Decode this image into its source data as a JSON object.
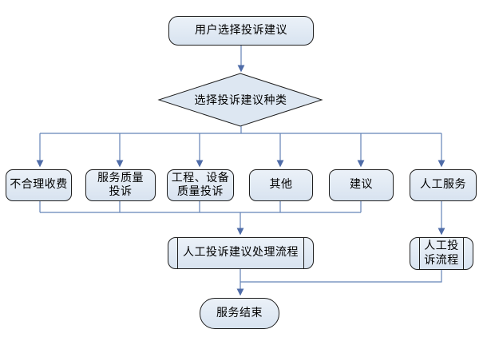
{
  "diagram": {
    "title": "complaint-suggestion-flowchart",
    "colors": {
      "background": "#ffffff",
      "shape_fill_top": "#ebf1f8",
      "shape_fill_bottom": "#d8e3f0",
      "shape_border": "#1f1f1f",
      "connector_line": "#6383b6",
      "arrowhead": "#4f6ca8",
      "text": "#000000"
    },
    "nodes": {
      "start": {
        "label": "用户选择投诉建议",
        "type": "terminator"
      },
      "decision": {
        "label": "选择投诉建议种类",
        "type": "decision"
      },
      "branch_fees": {
        "label": "不合理收费",
        "type": "process"
      },
      "branch_service_quality": {
        "label": "服务质量\n投诉",
        "type": "process"
      },
      "branch_engineering": {
        "label": "工程、设备\n质量投诉",
        "type": "process"
      },
      "branch_other": {
        "label": "其他",
        "type": "process"
      },
      "branch_suggestion": {
        "label": "建议",
        "type": "process"
      },
      "branch_manual_service": {
        "label": "人工服务",
        "type": "process"
      },
      "process_main": {
        "label": "人工投诉建议处理流程",
        "type": "predefined-process"
      },
      "process_manual": {
        "label": "人工投\n诉流程",
        "type": "predefined-process"
      },
      "end": {
        "label": "服务结束",
        "type": "terminator"
      }
    },
    "edges": [
      "start -> decision",
      "decision -> branch_fees",
      "decision -> branch_service_quality",
      "decision -> branch_engineering",
      "decision -> branch_other",
      "decision -> branch_suggestion",
      "decision -> branch_manual_service",
      "branch_fees -> process_main",
      "branch_service_quality -> process_main",
      "branch_engineering -> process_main",
      "branch_other -> process_main",
      "branch_suggestion -> process_main",
      "branch_manual_service -> process_manual",
      "process_main -> end",
      "process_manual -> end"
    ]
  }
}
